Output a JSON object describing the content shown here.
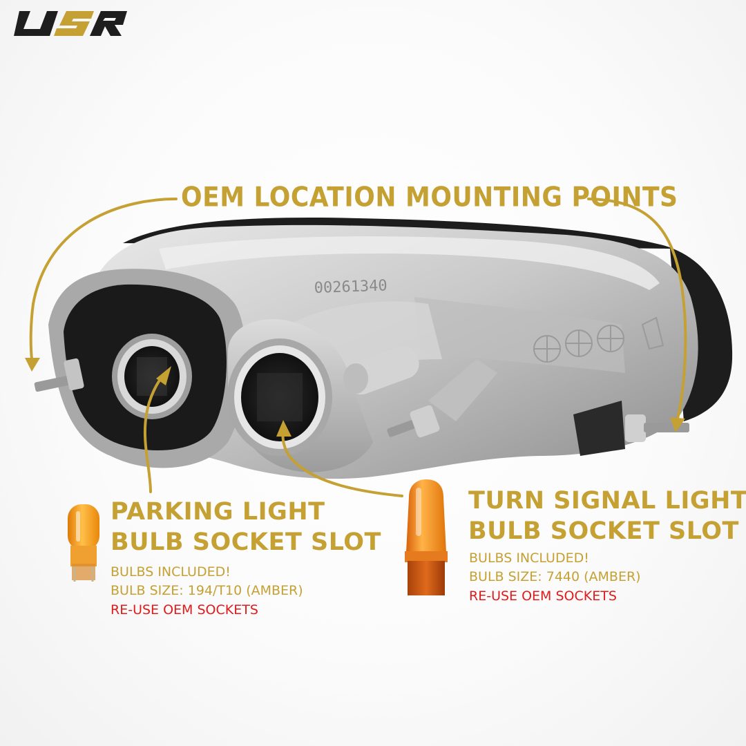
{
  "brand": {
    "logo_text": "USR",
    "gold": "#C5A033",
    "dark": "#1e1e1e"
  },
  "colors": {
    "gold": "#C5A033",
    "red": "#E01B1B",
    "housing": "#c8c8c8",
    "rubber": "#1d1d1d",
    "bulb_amber": "#F29B12"
  },
  "headline": "OEM LOCATION MOUNTING POINTS",
  "housing_stamp": "00261340",
  "parking": {
    "title_line1": "PARKING LIGHT",
    "title_line2": "BULB SOCKET SLOT",
    "line1": "BULBS INCLUDED!",
    "line2": "BULB SIZE: 194/T10 (AMBER)",
    "line3": "RE-USE OEM SOCKETS"
  },
  "turn": {
    "title_line1": "TURN SIGNAL LIGHT",
    "title_line2": "BULB SOCKET SLOT",
    "line1": "BULBS INCLUDED!",
    "line2": "BULB SIZE: 7440 (AMBER)",
    "line3": "RE-USE OEM SOCKETS"
  }
}
